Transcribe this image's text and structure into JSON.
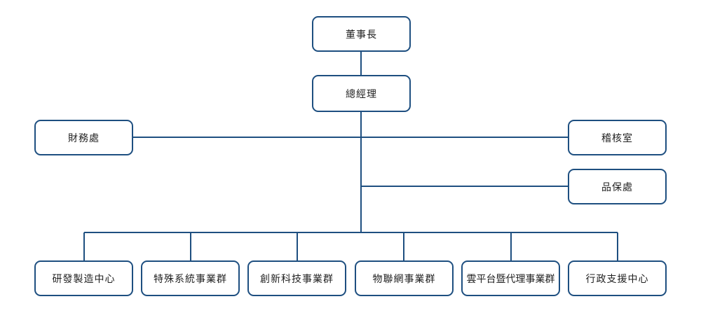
{
  "colors": {
    "line": "#1e4f80",
    "border": "#1e4f80",
    "text": "#222222",
    "background": "#ffffff"
  },
  "org": {
    "chairman": "董事長",
    "president": "總經理",
    "finance": "財務處",
    "audit": "稽核室",
    "quality": "品保處",
    "divisions": [
      "研發製造中心",
      "特殊系統事業群",
      "創新科技事業群",
      "物聯網事業群",
      "雲平台暨代理事業群",
      "行政支援中心"
    ]
  }
}
